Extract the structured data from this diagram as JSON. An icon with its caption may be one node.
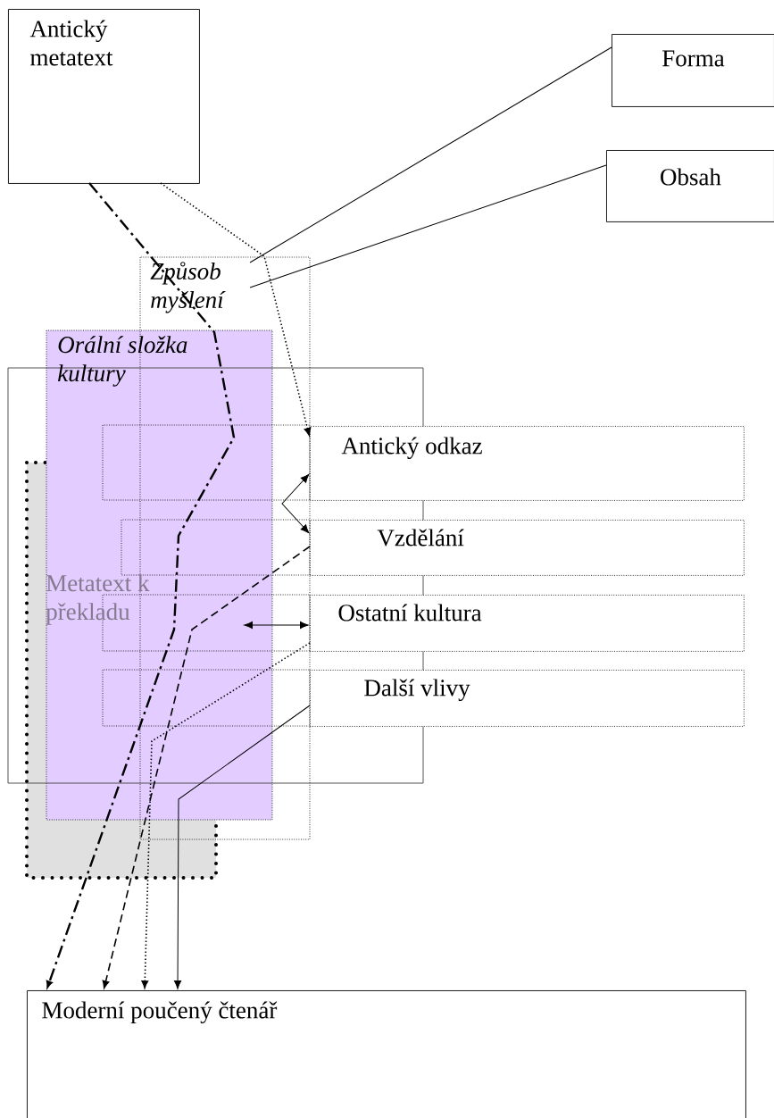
{
  "diagram": {
    "nodes": [
      {
        "text": [
          "Antický metatext"
        ]
      },
      {
        "text": [
          "Forma"
        ]
      },
      {
        "text": [
          "Obsah"
        ]
      },
      {
        "text": [
          "Způsob myšlení"
        ]
      },
      {
        "text": [
          "Orální složka kultury"
        ]
      },
      {
        "text": [
          "Metatext k překladu"
        ]
      },
      {
        "text": [
          "Antický odkaz"
        ]
      },
      {
        "text": [
          "Vzdělání"
        ]
      },
      {
        "text": [
          "Ostatní kultura"
        ]
      },
      {
        "text": [
          "Další vlivy"
        ]
      },
      {
        "text": [
          "Moderní poučený čtenář"
        ]
      }
    ],
    "edges": [
      {
        "from": 0,
        "to": 6,
        "arrow": "to",
        "style": "dashed"
      },
      {
        "from": 0,
        "to": 10,
        "arrow": "to",
        "style": "dashed"
      },
      {
        "from": 3,
        "to": 1,
        "arrow": "none"
      },
      {
        "from": 3,
        "to": 2,
        "arrow": "none"
      },
      {
        "from": 6,
        "to": 7,
        "arrow": "both"
      },
      {
        "from": null,
        "to": 8,
        "arrow": "both"
      },
      {
        "from": 7,
        "to": 10,
        "arrow": "to",
        "style": "dashed"
      },
      {
        "from": 8,
        "to": 10,
        "arrow": "to",
        "style": "dashed"
      },
      {
        "from": 9,
        "to": 10,
        "arrow": "to"
      }
    ]
  }
}
